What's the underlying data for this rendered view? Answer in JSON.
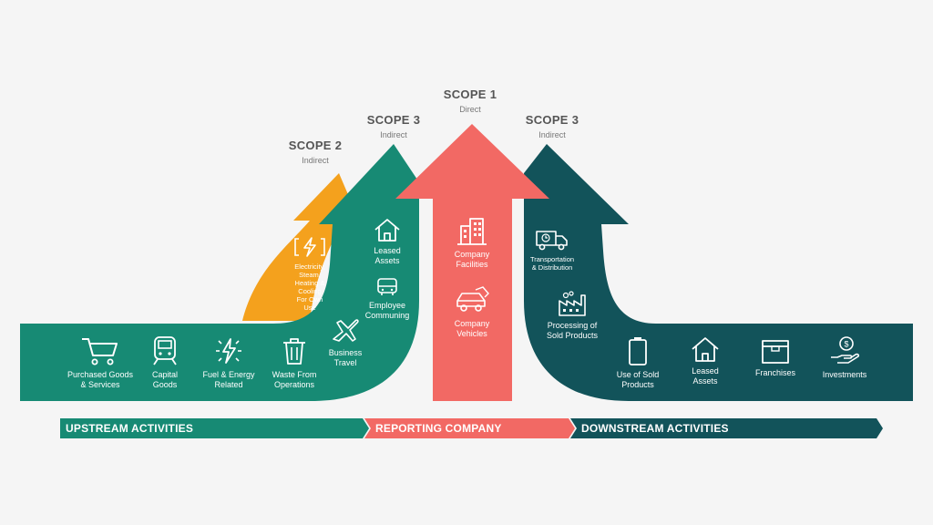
{
  "scopes": {
    "scope2": {
      "title": "SCOPE 2",
      "subtitle": "Indirect"
    },
    "scope3_up": {
      "title": "SCOPE 3",
      "subtitle": "Indirect"
    },
    "scope1": {
      "title": "SCOPE 1",
      "subtitle": "Direct"
    },
    "scope3_down": {
      "title": "SCOPE 3",
      "subtitle": "Indirect"
    }
  },
  "upstream_items": [
    {
      "label": "Purchased Goods\n& Services",
      "icon": "shopping-cart-icon"
    },
    {
      "label": "Capital\nGoods",
      "icon": "train-icon"
    },
    {
      "label": "Fuel & Energy\nRelated",
      "icon": "lightning-icon"
    },
    {
      "label": "Waste From\nOperations",
      "icon": "trash-icon"
    },
    {
      "label": "Business\nTravel",
      "icon": "airplane-icon"
    }
  ],
  "scope2_items": [
    {
      "label": "Electricity,\nSteam,\nHeating &\nCooling\nFor Own\nUse",
      "icon": "electricity-icon"
    }
  ],
  "scope3_up_items": [
    {
      "label": "Leased\nAssets",
      "icon": "house-icon"
    },
    {
      "label": "Employee\nCommuning",
      "icon": "bus-icon"
    }
  ],
  "scope1_items": [
    {
      "label": "Company\nFacilities",
      "icon": "buildings-icon"
    },
    {
      "label": "Company\nVehicles",
      "icon": "car-icon"
    }
  ],
  "scope3_down_items": [
    {
      "label": "Transportation\n& Distribution",
      "icon": "truck-icon"
    },
    {
      "label": "Processing of\nSold Products",
      "icon": "factory-icon"
    }
  ],
  "downstream_items": [
    {
      "label": "Use of Sold\nProducts",
      "icon": "battery-icon"
    },
    {
      "label": "Leased\nAssets",
      "icon": "house-icon"
    },
    {
      "label": "Franchises",
      "icon": "box-icon"
    },
    {
      "label": "Investments",
      "icon": "money-hand-icon"
    }
  ],
  "bands": {
    "upstream": "UPSTREAM ACTIVITIES",
    "reporting": "REPORTING COMPANY",
    "downstream": "DOWNSTREAM ACTIVITIES"
  },
  "colors": {
    "scope2": "#f4a11d",
    "scope3_up": "#178a74",
    "scope1": "#f26964",
    "scope3_down": "#12535a"
  }
}
